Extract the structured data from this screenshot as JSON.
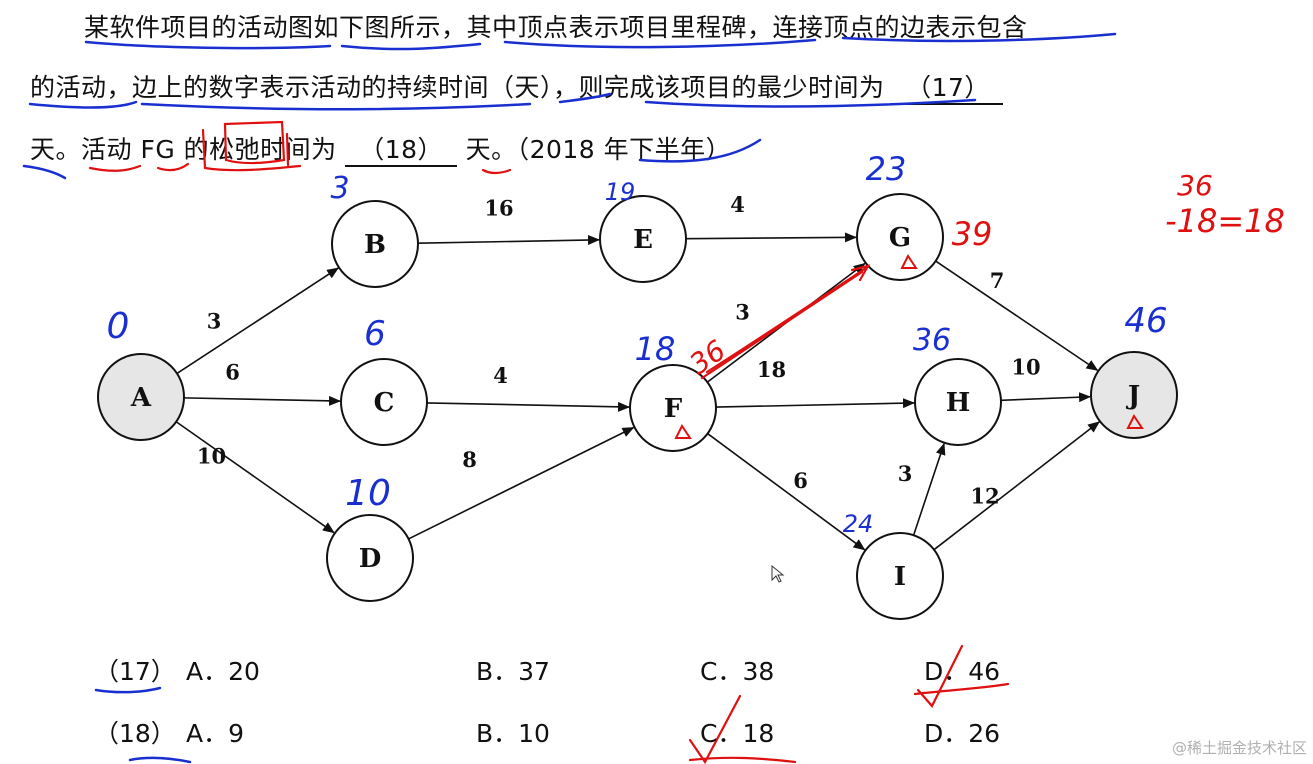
{
  "question": {
    "line1": "某软件项目的活动图如下图所示，其中顶点表示项目里程碑，连接顶点的边表示包含",
    "line2_text": "的活动，边上的数字表示活动的持续时间（天），则完成该项目的最少时间为",
    "blank17": "（17）",
    "line3_pre": "天。活动 FG 的松弛时间为",
    "blank18": "（18）",
    "line3_post": "天。（2018 年下半年）"
  },
  "nodes": [
    {
      "id": "A",
      "label": "A",
      "shaded": true
    },
    {
      "id": "B",
      "label": "B",
      "shaded": false
    },
    {
      "id": "C",
      "label": "C",
      "shaded": false
    },
    {
      "id": "D",
      "label": "D",
      "shaded": false
    },
    {
      "id": "E",
      "label": "E",
      "shaded": false
    },
    {
      "id": "F",
      "label": "F",
      "shaded": false
    },
    {
      "id": "G",
      "label": "G",
      "shaded": false
    },
    {
      "id": "H",
      "label": "H",
      "shaded": false
    },
    {
      "id": "I",
      "label": "I",
      "shaded": false
    },
    {
      "id": "J",
      "label": "J",
      "shaded": true
    }
  ],
  "edges": [
    {
      "from": "A",
      "to": "B",
      "weight": "3"
    },
    {
      "from": "A",
      "to": "C",
      "weight": "6"
    },
    {
      "from": "A",
      "to": "D",
      "weight": "10"
    },
    {
      "from": "B",
      "to": "E",
      "weight": "16"
    },
    {
      "from": "E",
      "to": "G",
      "weight": "4"
    },
    {
      "from": "C",
      "to": "F",
      "weight": "4"
    },
    {
      "from": "D",
      "to": "F",
      "weight": "8"
    },
    {
      "from": "F",
      "to": "G",
      "weight": "3"
    },
    {
      "from": "F",
      "to": "H",
      "weight": "18"
    },
    {
      "from": "F",
      "to": "I",
      "weight": "6"
    },
    {
      "from": "I",
      "to": "H",
      "weight": "3"
    },
    {
      "from": "I",
      "to": "J",
      "weight": "12"
    },
    {
      "from": "G",
      "to": "J",
      "weight": "7"
    },
    {
      "from": "H",
      "to": "J",
      "weight": "10"
    }
  ],
  "annotations": {
    "early_times": {
      "A": "0",
      "B": "3",
      "C": "6",
      "D": "10",
      "E": "19",
      "F": "18",
      "G": "23",
      "H": "36",
      "I": "24",
      "J": "46"
    },
    "late_time_G": "39",
    "late_time_F": "36",
    "calc_line1": "36",
    "calc_line2": "-18=18",
    "blue_color": "#1a2fd0",
    "red_color": "#e01010"
  },
  "options": [
    {
      "num": "（17）",
      "A": "A．20",
      "B": "B．37",
      "C": "C．38",
      "D": "D．46"
    },
    {
      "num": "（18）",
      "A": "A．9",
      "B": "B．10",
      "C": "C．18",
      "D": "D．26"
    }
  ],
  "watermark": "@稀土掘金技术社区"
}
